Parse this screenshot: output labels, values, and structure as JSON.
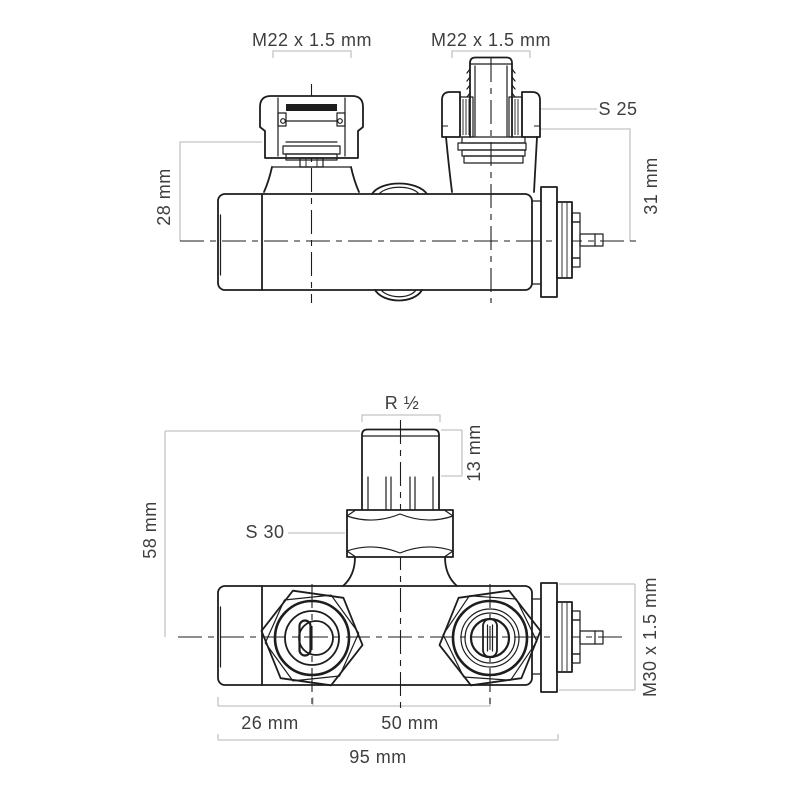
{
  "theme": {
    "background": "#ffffff",
    "line_color": "#1d1d1d",
    "dim_color": "#c4c4c4",
    "text_color": "#3e3e3e"
  },
  "drawing": {
    "top_view": {
      "thread_left": "M22 x 1.5 mm",
      "thread_right": "M22 x 1.5 mm",
      "wrench_size": "S 25",
      "height_left": "28 mm",
      "height_right": "31 mm"
    },
    "front_view": {
      "top_thread": "R ½",
      "thread_length": "13 mm",
      "wrench_size": "S 30",
      "overall_height": "58 mm",
      "thermostat_thread": "M30 x 1.5 mm",
      "section_left": "26 mm",
      "section_center": "50 mm",
      "overall_width": "95 mm"
    }
  }
}
